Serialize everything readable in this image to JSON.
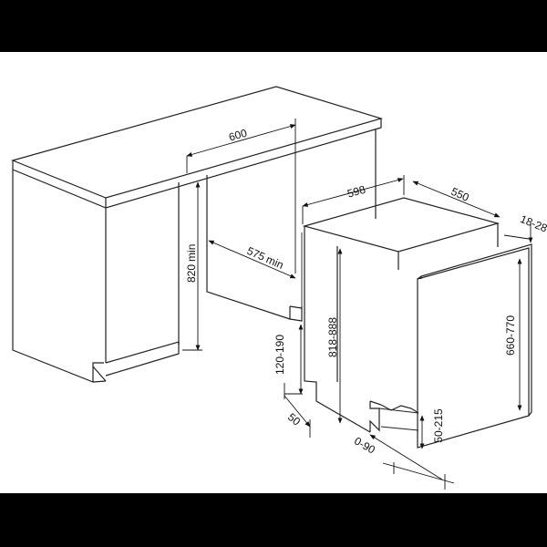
{
  "colors": {
    "frame": "#000000",
    "line": "#222222",
    "background": "#ffffff"
  },
  "dimensions": {
    "cabinet_width": "600",
    "cabinet_depth": "575",
    "cabinet_depth_suffix": "min",
    "cabinet_height": "820",
    "cabinet_height_suffix": "min",
    "plinth_height": "120-190",
    "plinth_setback": "50",
    "appliance_width": "598",
    "appliance_depth": "550",
    "panel_thickness": "18-28",
    "appliance_height": "818-888",
    "panel_height": "660-770",
    "panel_offset": "50-215",
    "foot_adjust": "0-90"
  }
}
